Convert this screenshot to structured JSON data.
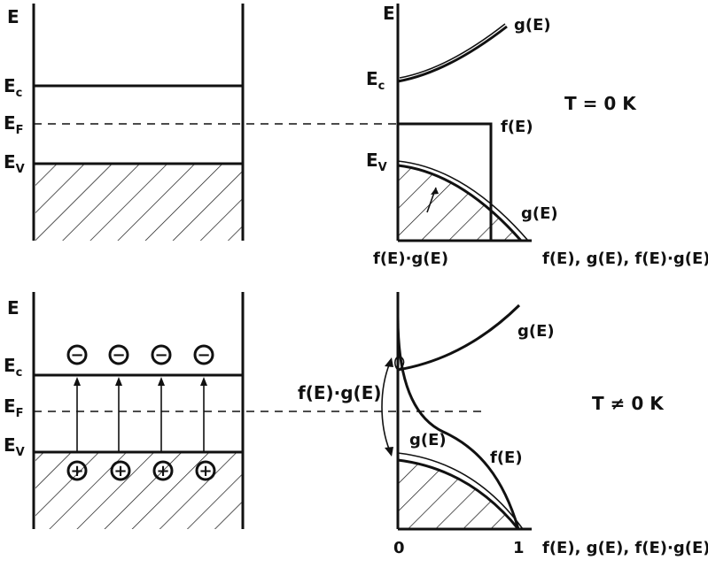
{
  "top_left": {
    "axis_label": "E",
    "ec": "E",
    "ec_sub": "c",
    "ef": "E",
    "ef_sub": "F",
    "ev": "E",
    "ev_sub": "V"
  },
  "top_right": {
    "axis_label": "E",
    "ec": "E",
    "ec_sub": "c",
    "ev": "E",
    "ev_sub": "V",
    "g_upper": "g(E)",
    "f_label": "f(E)",
    "g_lower": "g(E)",
    "temperature": "T = 0   K",
    "bottom_fg": "f(E)·g(E)",
    "x_axis_label": "f(E), g(E), f(E)·g(E)"
  },
  "bottom_left": {
    "axis_label": "E",
    "ec": "E",
    "ec_sub": "c",
    "ef": "E",
    "ef_sub": "F",
    "ev": "E",
    "ev_sub": "V",
    "electron_symbol": "−",
    "hole_symbol": "+"
  },
  "bottom_right": {
    "g_upper": "g(E)",
    "g_lower": "g(E)",
    "f_label": "f(E)",
    "fg_label": "f(E)·g(E)",
    "temperature": "T ≠ 0  K",
    "tick_zero": "0",
    "tick_one": "1",
    "x_axis_label": "f(E), g(E), f(E)·g(E)"
  }
}
